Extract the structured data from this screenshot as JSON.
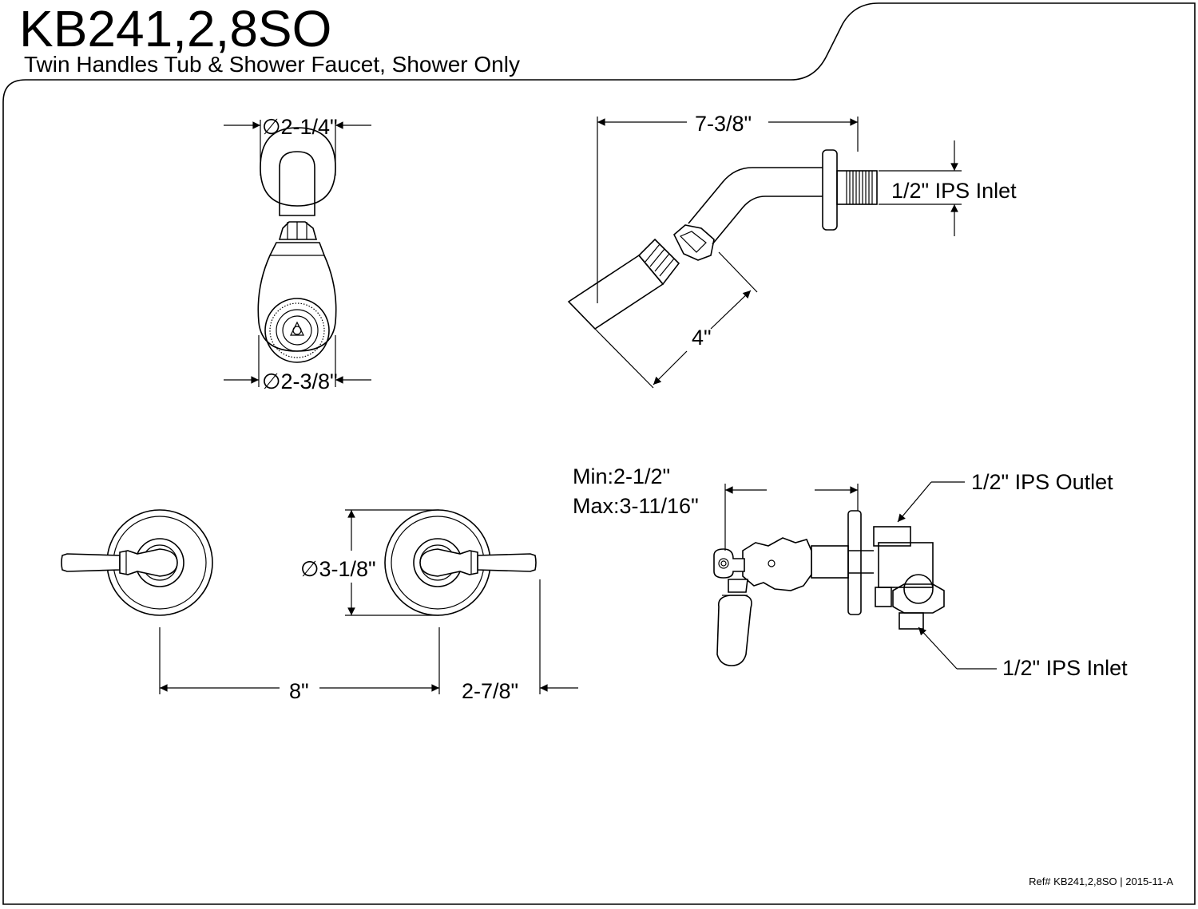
{
  "header": {
    "model": "KB241,2,8SO",
    "description": "Twin Handles Tub & Shower Faucet, Shower Only"
  },
  "shower_head_front": {
    "top_diameter": "∅2-1/4\"",
    "bottom_diameter": "∅2-3/8\""
  },
  "shower_head_side": {
    "arm_length": "7-3/8\"",
    "inlet": "1/2\" IPS Inlet",
    "head_length": "4\""
  },
  "handles_front": {
    "escutcheon_diameter": "∅3-1/8\"",
    "center_spacing": "8\"",
    "handle_projection": "2-7/8\""
  },
  "valve_side": {
    "min_depth": "Min:2-1/2\"",
    "max_depth": "Max:3-11/16\"",
    "outlet": "1/2\" IPS Outlet",
    "inlet": "1/2\" IPS Inlet"
  },
  "footer": {
    "reference": "Ref# KB241,2,8SO | 2015-11-A"
  }
}
